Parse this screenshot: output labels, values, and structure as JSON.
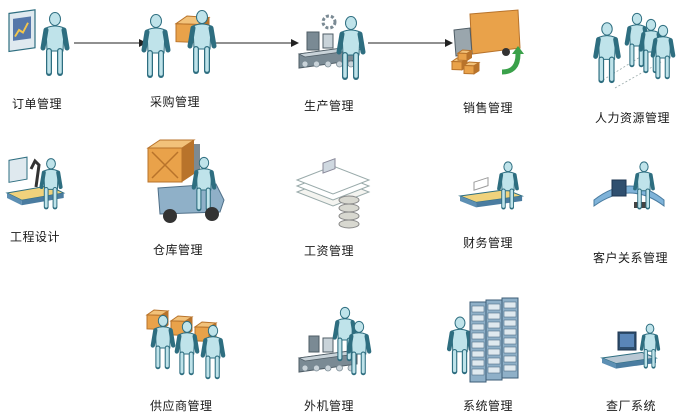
{
  "modules": [
    {
      "id": "order",
      "label": "订单管理",
      "icon": "presenter-icon"
    },
    {
      "id": "purchase",
      "label": "采购管理",
      "icon": "box-handover-icon"
    },
    {
      "id": "production",
      "label": "生产管理",
      "icon": "assembly-line-icon"
    },
    {
      "id": "sales",
      "label": "销售管理",
      "icon": "delivery-truck-icon"
    },
    {
      "id": "hr",
      "label": "人力资源管理",
      "icon": "people-group-icon"
    },
    {
      "id": "engineering",
      "label": "工程设计",
      "icon": "microscope-desk-icon"
    },
    {
      "id": "warehouse",
      "label": "仓库管理",
      "icon": "forklift-icon"
    },
    {
      "id": "payroll",
      "label": "工资管理",
      "icon": "coin-documents-icon"
    },
    {
      "id": "finance",
      "label": "财务管理",
      "icon": "accountant-desk-icon"
    },
    {
      "id": "crm",
      "label": "客户关系管理",
      "icon": "customer-service-desk-icon"
    },
    {
      "id": "supplier",
      "label": "供应商管理",
      "icon": "supplier-boxes-icon"
    },
    {
      "id": "outsourcing",
      "label": "外机管理",
      "icon": "conveyor-workers-icon"
    },
    {
      "id": "system",
      "label": "系统管理",
      "icon": "server-rack-icon"
    },
    {
      "id": "inspection",
      "label": "查厂系统",
      "icon": "monitor-desk-icon"
    }
  ],
  "flow": [
    [
      "order",
      "purchase"
    ],
    [
      "purchase",
      "production"
    ],
    [
      "production",
      "sales"
    ]
  ],
  "colors": {
    "skin": "#bfe3ea",
    "skin_dark": "#6aa9b8",
    "outline": "#2e6e80",
    "box": "#e9a24a",
    "box_dark": "#b8732b",
    "machine": "#7a8a94",
    "metal": "#c9d3d9",
    "green": "#3aa14a",
    "blue_desk": "#7fb3d9",
    "server": "#8fb0c8",
    "paper": "#f4f4f0",
    "coin": "#d8d8d0",
    "arrow": "#222222"
  }
}
